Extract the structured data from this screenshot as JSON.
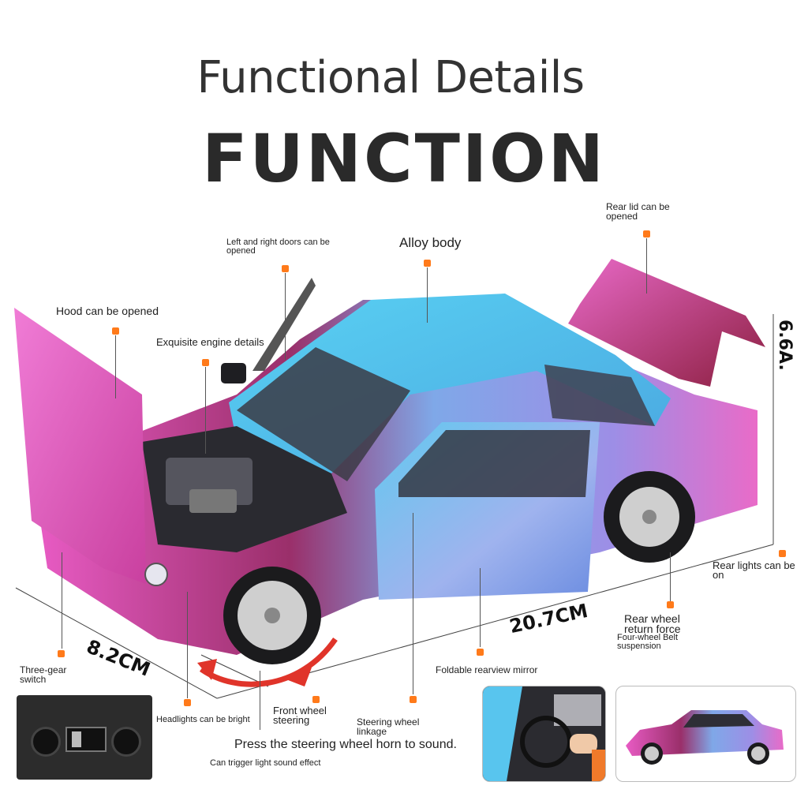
{
  "heading": "Functional Details",
  "title": "FUNCTION",
  "labels": {
    "rear_lid": "Rear lid can be opened",
    "doors": "Left and right doors can be opened",
    "alloy": "Alloy body",
    "hood": "Hood can be opened",
    "engine": "Exquisite engine details",
    "rear_lights": "Rear lights can be on",
    "rear_wheel": "Rear wheel return force",
    "suspension": "Four-wheel Belt suspension",
    "mirror": "Foldable rearview mirror",
    "switch": "Three-gear switch",
    "headlights": "Headlights can be bright",
    "front_steering": "Front wheel steering",
    "steering_linkage": "Steering wheel linkage",
    "horn": "Press the steering wheel horn to sound.",
    "trigger": "Can trigger light sound effect"
  },
  "dimensions": {
    "height": "6.6A.",
    "length": "20.7CM",
    "width": "8.2CM"
  },
  "colors": {
    "accent": "#ff7a1a",
    "car_pink": "#e85bc4",
    "car_blue": "#5fc6ee",
    "arrow_red": "#e0342a"
  }
}
